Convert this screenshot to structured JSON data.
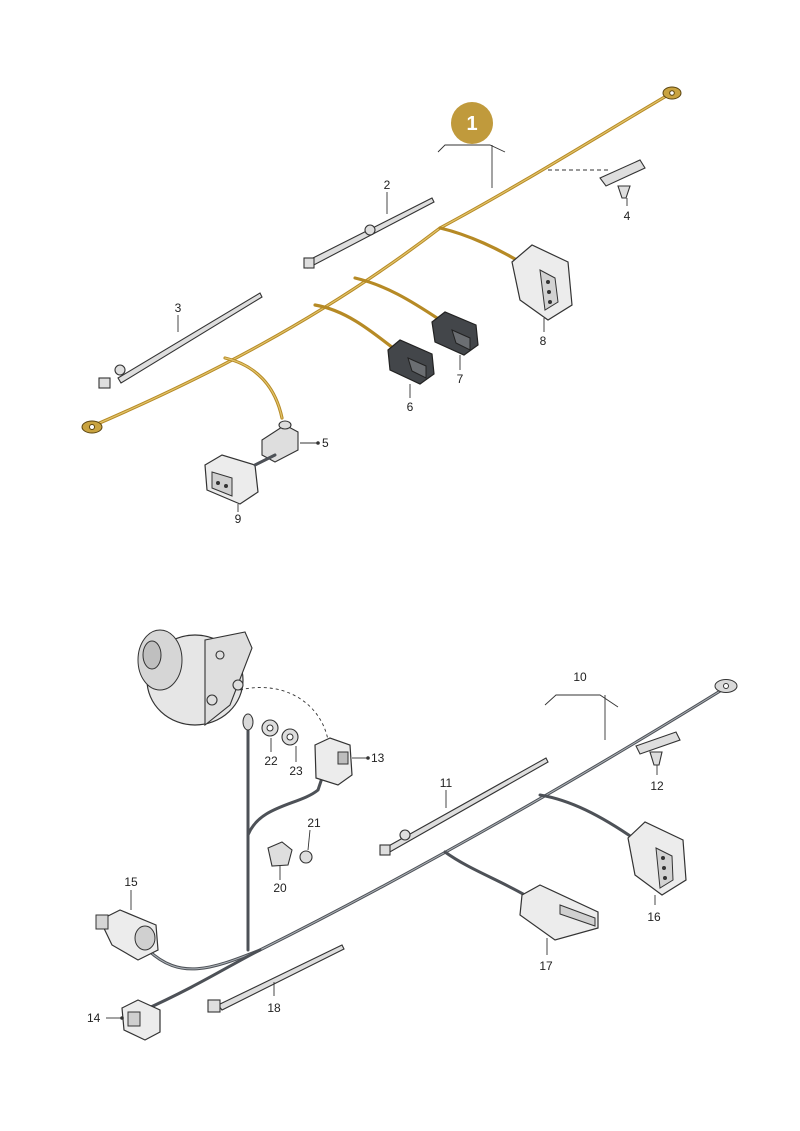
{
  "badge": {
    "text": "1",
    "color": "#c09a3c"
  },
  "wire_colors": {
    "upper_harness": "#b68a25",
    "lower_harness": "#4d5157"
  },
  "labels": {
    "l2": "2",
    "l3": "3",
    "l4": "4",
    "l5": "5",
    "l6": "6",
    "l7": "7",
    "l8": "8",
    "l9": "9",
    "l10": "10",
    "l11": "11",
    "l12": "12",
    "l13": "13",
    "l14": "14",
    "l15": "15",
    "l16": "16",
    "l17": "17",
    "l18": "18",
    "l20": "20",
    "l21": "21",
    "l22": "22",
    "l23": "23"
  },
  "icons": {
    "alternator": "alternator-icon",
    "connector": "connector-icon",
    "cable_tie": "cable-tie-icon",
    "clip": "clip-icon",
    "nut": "nut-icon"
  }
}
